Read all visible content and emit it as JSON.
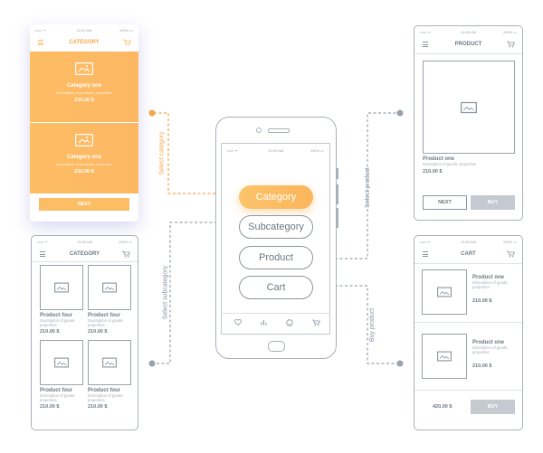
{
  "status": {
    "signal": "••••• ᯤ",
    "time": "12:00 AM",
    "battery": "100% ▭"
  },
  "center_phone": {
    "menu_items": [
      "Category",
      "Subcategory",
      "Product",
      "Cart"
    ],
    "bottom_icons": [
      "heart-icon",
      "stats-icon",
      "smile-icon",
      "cart-icon"
    ]
  },
  "category_screen": {
    "title": "CATEGORY",
    "cards": [
      {
        "name": "Category one",
        "desc": "Description of products, properties",
        "price": "210.00 $"
      },
      {
        "name": "Category one",
        "desc": "Description of products, properties",
        "price": "210.00 $"
      }
    ],
    "next_label": "NEXT"
  },
  "subcategory_screen": {
    "title": "CATEGORY",
    "items": [
      {
        "name": "Product four",
        "desc": "Description of goods, properties",
        "price": "210.00 $"
      },
      {
        "name": "Product four",
        "desc": "Description of goods, properties",
        "price": "210.00 $"
      },
      {
        "name": "Product four",
        "desc": "Description of goods, properties",
        "price": "210.00 $"
      },
      {
        "name": "Product four",
        "desc": "Description of goods, properties",
        "price": "210.00 $"
      }
    ]
  },
  "product_screen": {
    "title": "PRODUCT",
    "name": "Product one",
    "desc": "Description of goods, properties",
    "price": "210.00 $",
    "next_label": "NEXT",
    "buy_label": "BUY"
  },
  "cart_screen": {
    "title": "CART",
    "items": [
      {
        "name": "Product one",
        "desc": "Description of goods, properties",
        "price": "210.00 $"
      },
      {
        "name": "Product one",
        "desc": "Description of goods, properties",
        "price": "210.00 $"
      }
    ],
    "total": "420.00 $",
    "buy_label": "BUY"
  },
  "connectors": {
    "select_category": "Select category",
    "select_subcategory": "Select subcategory",
    "select_product": "Select product",
    "buy_product": "Buy product"
  },
  "colors": {
    "accent": "#fbb55a",
    "accent_light": "#fcc56f",
    "line": "#a9b0b8",
    "orange_line": "#f6a74b"
  }
}
